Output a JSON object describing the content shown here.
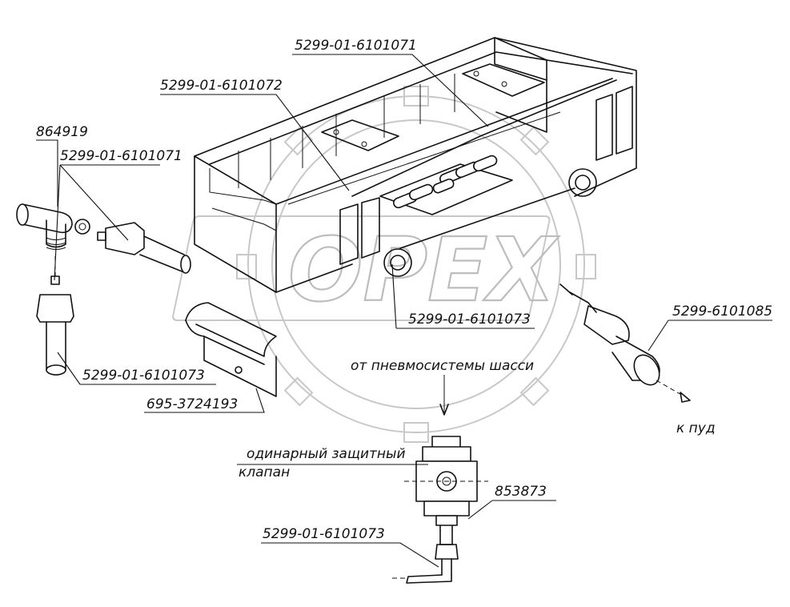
{
  "watermark": {
    "text": "OPEX"
  },
  "labels": {
    "part_main_pipe_top": "5299-01-6101071",
    "part_tube_top": "5299-01-6101072",
    "part_fitting_left": "864919",
    "part_pipe_left": "5299-01-6101071",
    "part_bottom_pipe_body": "5299-01-6101073",
    "part_sensor": "5299-6101085",
    "part_pipe_lower_left": "5299-01-6101073",
    "part_clamp": "695-3724193",
    "source_note": "от пневмосистемы шасси",
    "to_pud": "к пуд",
    "valve_line1": "одинарный защитный",
    "valve_line2": "клапан",
    "part_valve": "853873",
    "part_valve_pipe": "5299-01-6101073"
  }
}
